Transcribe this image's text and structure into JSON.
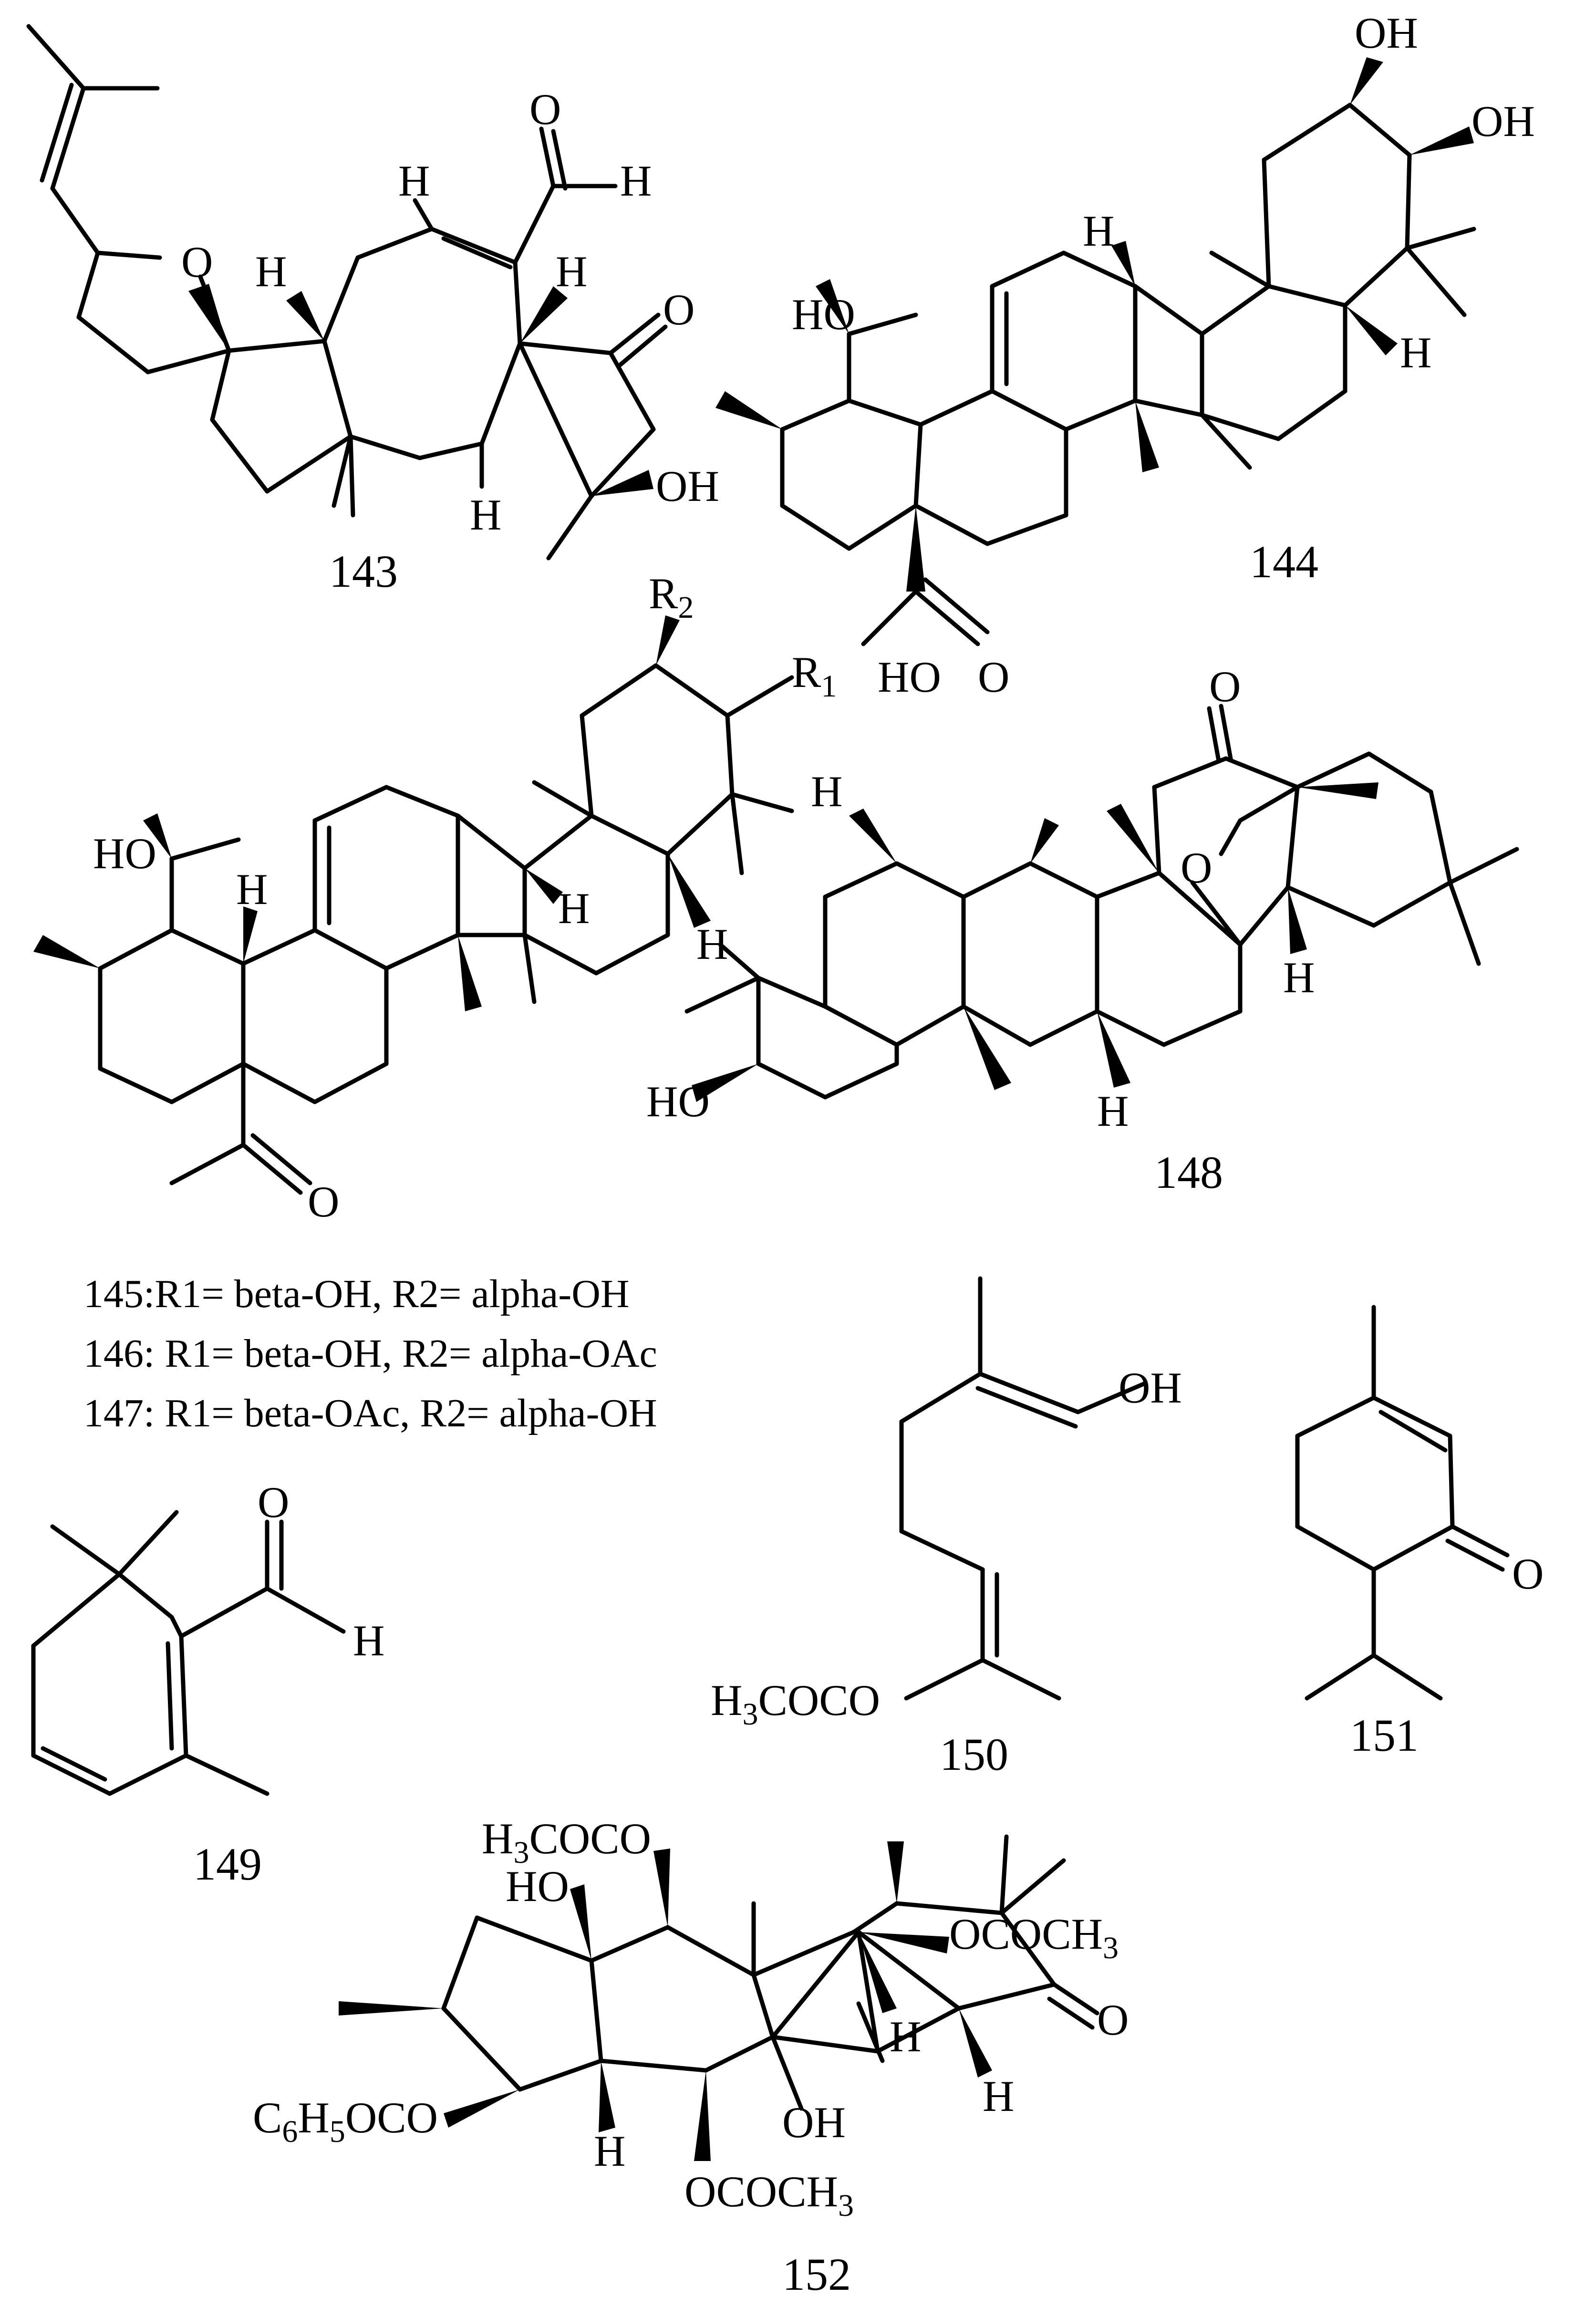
{
  "colors": {
    "ink": "#000000",
    "background": "#ffffff"
  },
  "compounds": {
    "c143": {
      "id": "143",
      "O_ring": "O",
      "O_ald": "O",
      "H_ald": "H",
      "H_vinyl": "H",
      "O_ketone": "O",
      "OH": "OH",
      "H1": "H",
      "H2": "H",
      "H3": "H"
    },
    "c144": {
      "id": "144",
      "OH_top": "OH",
      "OH_right": "OH",
      "HO": "HO",
      "H1": "H",
      "H2": "H",
      "acid_HO": "HO",
      "acid_O": "O"
    },
    "c145": {
      "R2": "R",
      "R2_sub": "2",
      "R1": "R",
      "R1_sub": "1",
      "HO": "HO",
      "H1": "H",
      "H2": "H",
      "H3": "H",
      "O_acetyl": "O"
    },
    "c148": {
      "id": "148",
      "O_ketone": "O",
      "O_bridge": "O",
      "H1": "H",
      "H2": "H",
      "H3": "H",
      "HO": "HO"
    },
    "legend": [
      "145:R1= beta-OH, R2= alpha-OH",
      "146: R1= beta-OH, R2= alpha-OAc",
      "147: R1= beta-OAc, R2= alpha-OH"
    ],
    "c149": {
      "id": "149",
      "O": "O",
      "H": "H"
    },
    "c150": {
      "id": "150",
      "OH": "OH"
    },
    "c151": {
      "id": "151",
      "O": "O"
    },
    "c152": {
      "id": "152",
      "top_acetyl": {
        "pre": "H",
        "sub": "3",
        "post": "COCO"
      },
      "left_acetyl": {
        "pre": "H",
        "sub": "3",
        "post": "COCO"
      },
      "right_acetyl": {
        "pre": "OCOCH",
        "sub": "3"
      },
      "benzoyl": {
        "pre": "C",
        "sub1": "6",
        "mid": "H",
        "sub2": "5",
        "post": "OCO"
      },
      "bottom_acetyl": {
        "pre": "OCOCH",
        "sub": "3"
      },
      "HO": "HO",
      "OH": "OH",
      "O_lactone": "O",
      "H1": "H",
      "H2": "H",
      "H3": "H"
    }
  }
}
